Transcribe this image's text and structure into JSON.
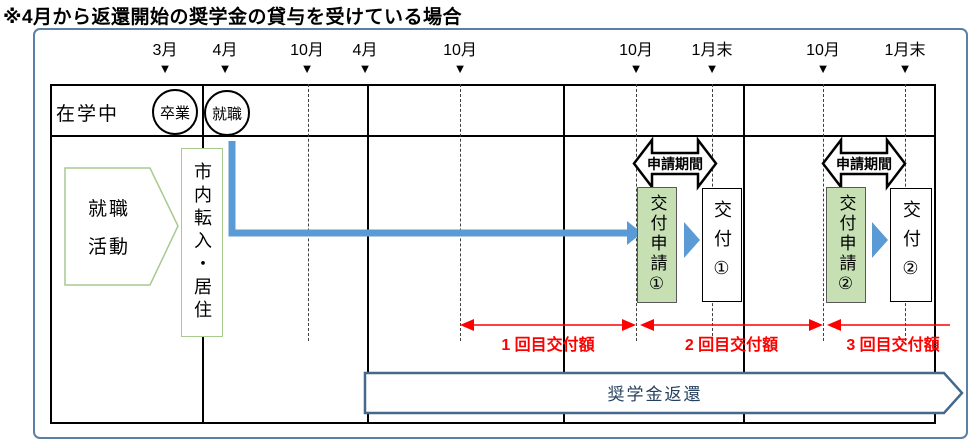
{
  "title": "※4月から返還開始の奨学金の貸与を受けている場合",
  "timeline": {
    "months": [
      "3月",
      "4月",
      "10月",
      "4月",
      "10月",
      "10月",
      "1月末",
      "10月",
      "1月末"
    ],
    "tick_icon": "▼"
  },
  "status_row": {
    "in_school": "在学中",
    "graduation": "卒業",
    "employment": "就職"
  },
  "activities": {
    "job_hunting_line1": "就職",
    "job_hunting_line2": "活動",
    "relocation": "市内転入・居住"
  },
  "applications": [
    {
      "period": "申請期間",
      "request": "交付申請①",
      "grant": "交付①"
    },
    {
      "period": "申請期間",
      "request": "交付申請②",
      "grant": "交付②"
    }
  ],
  "grant_amounts": [
    "1 回目交付額",
    "2 回目交付額",
    "3 回目交付額"
  ],
  "repayment": {
    "label": "奨学金返還"
  },
  "colors": {
    "accent_blue": "#5B9BD5",
    "light_green_fill": "#C6E0B4",
    "green_border": "#A9C98F",
    "red": "#FF0000",
    "frame_border": "#5B7FA5",
    "repayment_border": "#44698D"
  }
}
